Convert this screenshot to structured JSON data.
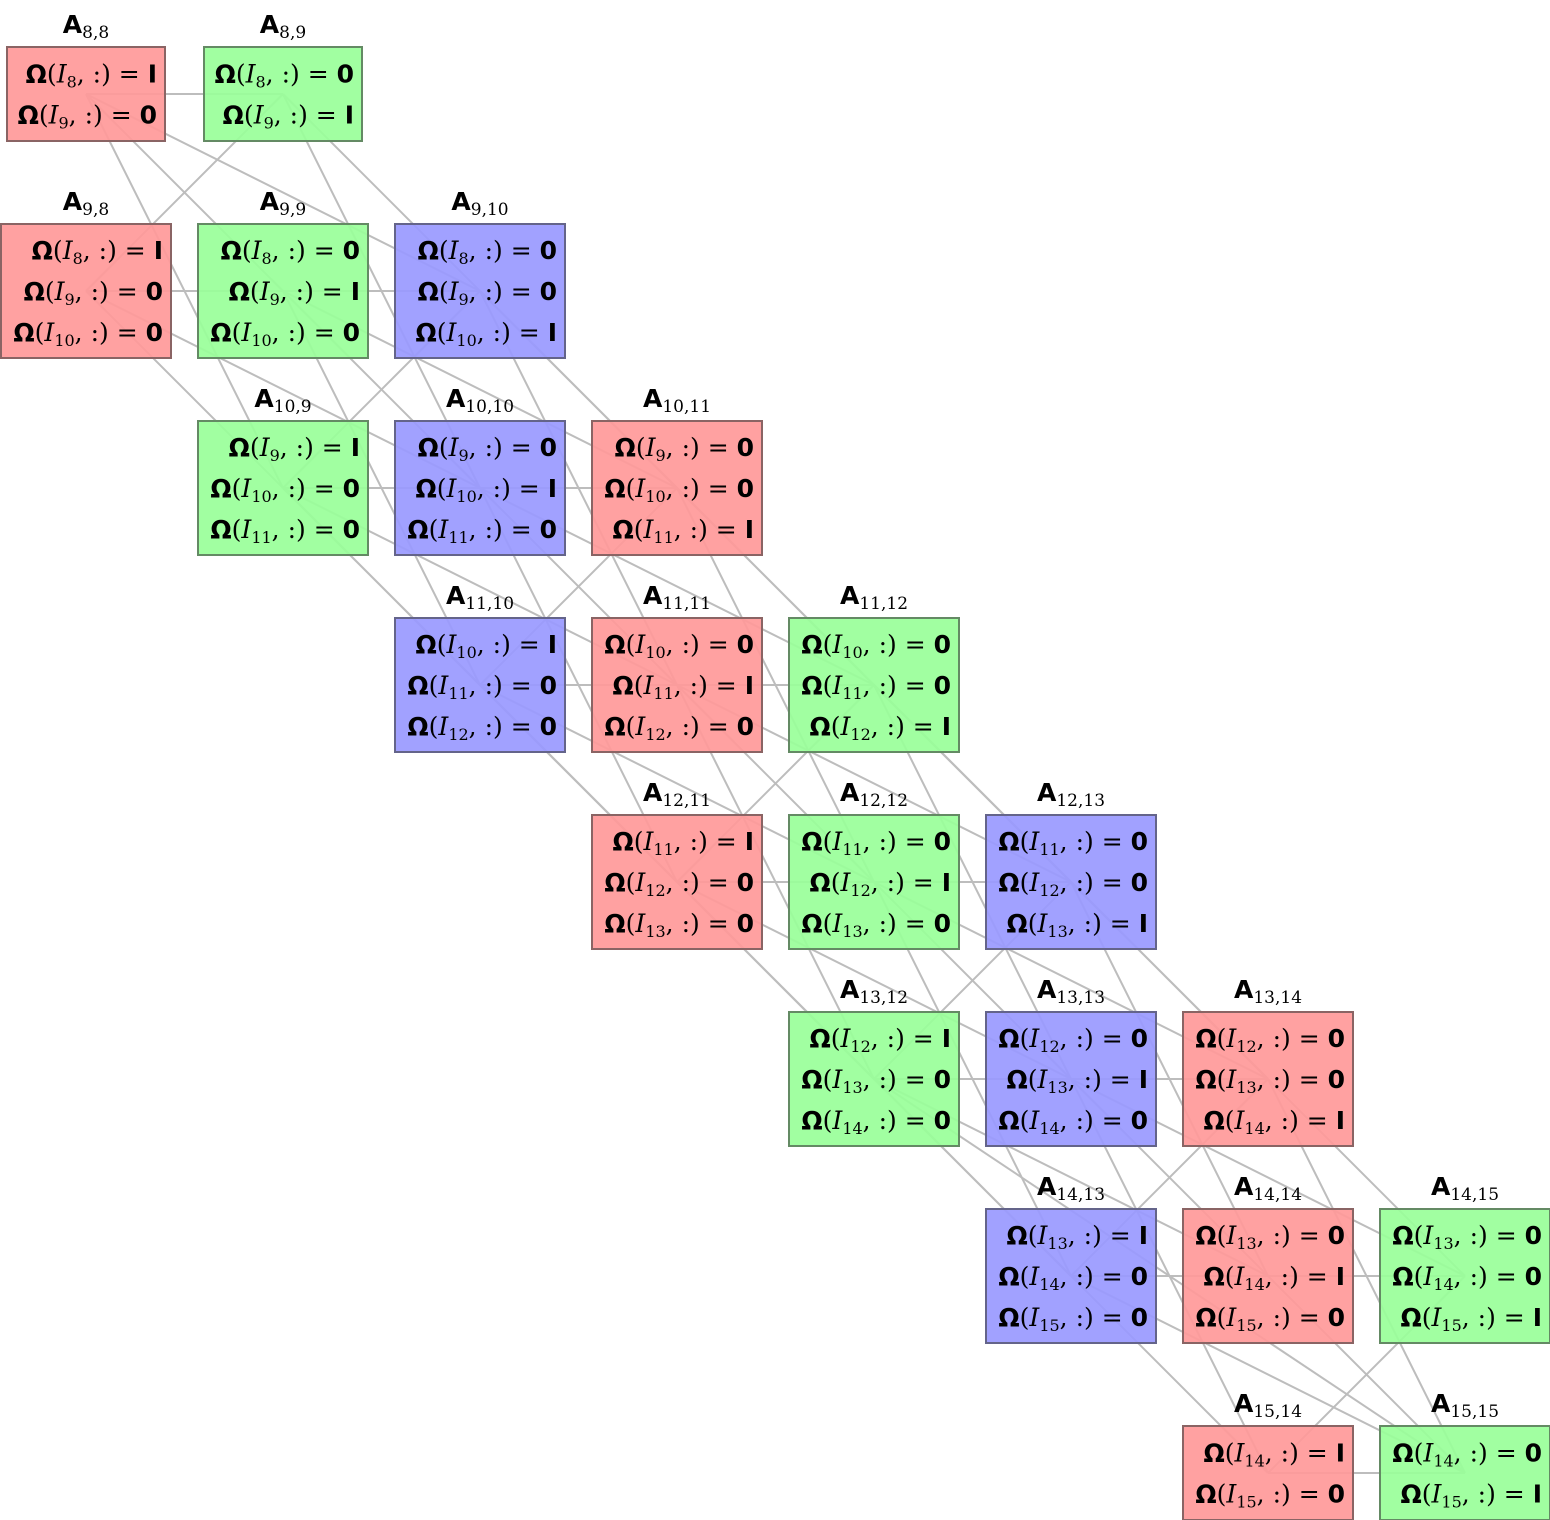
{
  "palette": {
    "red": {
      "fill": "#ff9999",
      "stroke": "#8a6464"
    },
    "green": {
      "fill": "#99ff99",
      "stroke": "#648a64"
    },
    "blue": {
      "fill": "#9999ff",
      "stroke": "#64648a"
    },
    "edge": "#bdbdbd"
  },
  "blocks": [
    {
      "id": "8-8",
      "title": "A",
      "sub": "8,8",
      "color": "red",
      "rows": [
        {
          "i": "8",
          "v": "I"
        },
        {
          "i": "9",
          "v": "0"
        }
      ]
    },
    {
      "id": "8-9",
      "title": "A",
      "sub": "8,9",
      "color": "green",
      "rows": [
        {
          "i": "8",
          "v": "0"
        },
        {
          "i": "9",
          "v": "I"
        }
      ]
    },
    {
      "id": "9-8",
      "title": "A",
      "sub": "9,8",
      "color": "red",
      "rows": [
        {
          "i": "8",
          "v": "I"
        },
        {
          "i": "9",
          "v": "0"
        },
        {
          "i": "10",
          "v": "0"
        }
      ]
    },
    {
      "id": "9-9",
      "title": "A",
      "sub": "9,9",
      "color": "green",
      "rows": [
        {
          "i": "8",
          "v": "0"
        },
        {
          "i": "9",
          "v": "I"
        },
        {
          "i": "10",
          "v": "0"
        }
      ]
    },
    {
      "id": "9-10",
      "title": "A",
      "sub": "9,10",
      "color": "blue",
      "rows": [
        {
          "i": "8",
          "v": "0"
        },
        {
          "i": "9",
          "v": "0"
        },
        {
          "i": "10",
          "v": "I"
        }
      ]
    },
    {
      "id": "10-9",
      "title": "A",
      "sub": "10,9",
      "color": "green",
      "rows": [
        {
          "i": "9",
          "v": "I"
        },
        {
          "i": "10",
          "v": "0"
        },
        {
          "i": "11",
          "v": "0"
        }
      ]
    },
    {
      "id": "10-10",
      "title": "A",
      "sub": "10,10",
      "color": "blue",
      "rows": [
        {
          "i": "9",
          "v": "0"
        },
        {
          "i": "10",
          "v": "I"
        },
        {
          "i": "11",
          "v": "0"
        }
      ]
    },
    {
      "id": "10-11",
      "title": "A",
      "sub": "10,11",
      "color": "red",
      "rows": [
        {
          "i": "9",
          "v": "0"
        },
        {
          "i": "10",
          "v": "0"
        },
        {
          "i": "11",
          "v": "I"
        }
      ]
    },
    {
      "id": "11-10",
      "title": "A",
      "sub": "11,10",
      "color": "blue",
      "rows": [
        {
          "i": "10",
          "v": "I"
        },
        {
          "i": "11",
          "v": "0"
        },
        {
          "i": "12",
          "v": "0"
        }
      ]
    },
    {
      "id": "11-11",
      "title": "A",
      "sub": "11,11",
      "color": "red",
      "rows": [
        {
          "i": "10",
          "v": "0"
        },
        {
          "i": "11",
          "v": "I"
        },
        {
          "i": "12",
          "v": "0"
        }
      ]
    },
    {
      "id": "11-12",
      "title": "A",
      "sub": "11,12",
      "color": "green",
      "rows": [
        {
          "i": "10",
          "v": "0"
        },
        {
          "i": "11",
          "v": "0"
        },
        {
          "i": "12",
          "v": "I"
        }
      ]
    },
    {
      "id": "12-11",
      "title": "A",
      "sub": "12,11",
      "color": "red",
      "rows": [
        {
          "i": "11",
          "v": "I"
        },
        {
          "i": "12",
          "v": "0"
        },
        {
          "i": "13",
          "v": "0"
        }
      ]
    },
    {
      "id": "12-12",
      "title": "A",
      "sub": "12,12",
      "color": "green",
      "rows": [
        {
          "i": "11",
          "v": "0"
        },
        {
          "i": "12",
          "v": "I"
        },
        {
          "i": "13",
          "v": "0"
        }
      ]
    },
    {
      "id": "12-13",
      "title": "A",
      "sub": "12,13",
      "color": "blue",
      "rows": [
        {
          "i": "11",
          "v": "0"
        },
        {
          "i": "12",
          "v": "0"
        },
        {
          "i": "13",
          "v": "I"
        }
      ]
    },
    {
      "id": "13-12",
      "title": "A",
      "sub": "13,12",
      "color": "green",
      "rows": [
        {
          "i": "12",
          "v": "I"
        },
        {
          "i": "13",
          "v": "0"
        },
        {
          "i": "14",
          "v": "0"
        }
      ]
    },
    {
      "id": "13-13",
      "title": "A",
      "sub": "13,13",
      "color": "blue",
      "rows": [
        {
          "i": "12",
          "v": "0"
        },
        {
          "i": "13",
          "v": "I"
        },
        {
          "i": "14",
          "v": "0"
        }
      ]
    },
    {
      "id": "13-14",
      "title": "A",
      "sub": "13,14",
      "color": "red",
      "rows": [
        {
          "i": "12",
          "v": "0"
        },
        {
          "i": "13",
          "v": "0"
        },
        {
          "i": "14",
          "v": "I"
        }
      ]
    },
    {
      "id": "14-13",
      "title": "A",
      "sub": "14,13",
      "color": "blue",
      "rows": [
        {
          "i": "13",
          "v": "I"
        },
        {
          "i": "14",
          "v": "0"
        },
        {
          "i": "15",
          "v": "0"
        }
      ]
    },
    {
      "id": "14-14",
      "title": "A",
      "sub": "14,14",
      "color": "red",
      "rows": [
        {
          "i": "13",
          "v": "0"
        },
        {
          "i": "14",
          "v": "I"
        },
        {
          "i": "15",
          "v": "0"
        }
      ]
    },
    {
      "id": "14-15",
      "title": "A",
      "sub": "14,15",
      "color": "green",
      "rows": [
        {
          "i": "13",
          "v": "0"
        },
        {
          "i": "14",
          "v": "0"
        },
        {
          "i": "15",
          "v": "I"
        }
      ]
    },
    {
      "id": "15-14",
      "title": "A",
      "sub": "15,14",
      "color": "red",
      "rows": [
        {
          "i": "14",
          "v": "I"
        },
        {
          "i": "15",
          "v": "0"
        }
      ]
    },
    {
      "id": "15-15",
      "title": "A",
      "sub": "15,15",
      "color": "green",
      "rows": [
        {
          "i": "14",
          "v": "0"
        },
        {
          "i": "15",
          "v": "I"
        }
      ]
    }
  ],
  "edges": [
    [
      "8-8",
      "8-9"
    ],
    [
      "8-8",
      "9-9"
    ],
    [
      "8-8",
      "9-10"
    ],
    [
      "8-8",
      "10-9"
    ],
    [
      "8-9",
      "9-8"
    ],
    [
      "8-9",
      "10-10"
    ],
    [
      "8-9",
      "10-11"
    ],
    [
      "9-8",
      "9-9"
    ],
    [
      "9-8",
      "9-10"
    ],
    [
      "9-8",
      "10-10"
    ],
    [
      "9-8",
      "12-11"
    ],
    [
      "9-9",
      "10-10"
    ],
    [
      "9-9",
      "10-11"
    ],
    [
      "9-9",
      "11-10"
    ],
    [
      "9-10",
      "10-9"
    ],
    [
      "9-10",
      "11-11"
    ],
    [
      "9-10",
      "12-13"
    ],
    [
      "10-9",
      "10-10"
    ],
    [
      "10-9",
      "10-11"
    ],
    [
      "10-9",
      "11-11"
    ],
    [
      "10-9",
      "13-12"
    ],
    [
      "10-10",
      "11-11"
    ],
    [
      "10-10",
      "11-12"
    ],
    [
      "10-10",
      "12-11"
    ],
    [
      "10-11",
      "11-10"
    ],
    [
      "10-11",
      "12-12"
    ],
    [
      "10-11",
      "13-14"
    ],
    [
      "11-10",
      "11-11"
    ],
    [
      "11-10",
      "11-12"
    ],
    [
      "11-10",
      "12-12"
    ],
    [
      "11-10",
      "14-13"
    ],
    [
      "11-11",
      "12-12"
    ],
    [
      "11-11",
      "12-13"
    ],
    [
      "11-11",
      "13-12"
    ],
    [
      "11-12",
      "12-11"
    ],
    [
      "11-12",
      "13-13"
    ],
    [
      "11-12",
      "14-15"
    ],
    [
      "12-11",
      "12-12"
    ],
    [
      "12-11",
      "12-13"
    ],
    [
      "12-11",
      "13-13"
    ],
    [
      "12-11",
      "15-14"
    ],
    [
      "12-12",
      "13-13"
    ],
    [
      "12-12",
      "13-14"
    ],
    [
      "12-12",
      "14-13"
    ],
    [
      "12-13",
      "13-12"
    ],
    [
      "12-13",
      "14-14"
    ],
    [
      "13-12",
      "13-13"
    ],
    [
      "13-12",
      "13-14"
    ],
    [
      "13-12",
      "14-14"
    ],
    [
      "13-12",
      "15-15"
    ],
    [
      "13-13",
      "14-14"
    ],
    [
      "13-13",
      "14-15"
    ],
    [
      "13-13",
      "15-14"
    ],
    [
      "13-14",
      "14-13"
    ],
    [
      "13-14",
      "15-15"
    ],
    [
      "14-13",
      "14-14"
    ],
    [
      "14-13",
      "14-15"
    ],
    [
      "14-13",
      "15-15"
    ],
    [
      "14-14",
      "15-15"
    ],
    [
      "14-15",
      "15-14"
    ],
    [
      "15-14",
      "15-15"
    ]
  ]
}
